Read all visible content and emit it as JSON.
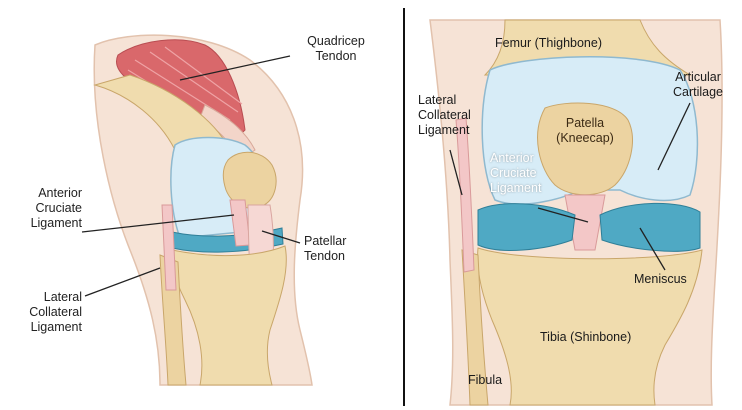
{
  "colors": {
    "background": "#ffffff",
    "bone": "#f0dcae",
    "bone_shade": "#d9bd86",
    "cartilage": "#d7ecf7",
    "meniscus": "#4fa9c4",
    "ligament": "#f3c7c7",
    "muscle": "#d9686b",
    "skin": "#f6e3d6",
    "divider": "#111111",
    "leader": "#222222"
  },
  "left_view": {
    "labels": {
      "quadricep_tendon": "Quadricep\nTendon",
      "anterior_cruciate_ligament": "Anterior\nCruciate\nLigament",
      "patellar_tendon": "Patellar\nTendon",
      "lateral_collateral_ligament": "Lateral\nCollateral\nLigament"
    }
  },
  "right_view": {
    "labels": {
      "femur": "Femur (Thighbone)",
      "articular_cartilage": "Articular\nCartilage",
      "lateral_collateral_ligament": "Lateral\nCollateral\nLigament",
      "patella": "Patella\n(Kneecap)",
      "anterior_cruciate_ligament": "Anterior\nCruciate\nLigament",
      "meniscus": "Meniscus",
      "tibia": "Tibia (Shinbone)",
      "fibula": "Fibula"
    }
  }
}
